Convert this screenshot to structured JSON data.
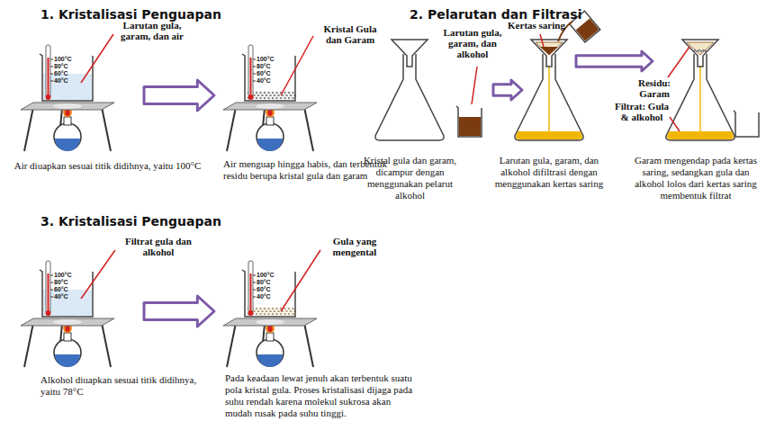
{
  "diagram": {
    "labels": [
      "1. Kristalisasi Penguapan",
      "Larutan gula, garam, dan air",
      "100°C",
      "80°C",
      "60°C",
      "40°C",
      "Kristal Gula dan Garam",
      "100°C",
      "80°C",
      "60°C",
      "40°C",
      "Air diuapkan sesuai titik didihnya, yaitu 100°C",
      "Air menguap hingga habis, dan terbentuk residu berupa kristal gula dan garam",
      "2. Pelarutan dan Filtrasi",
      "Larutan gula, garam, dan alkohol",
      "Kertas saring",
      "Residu: Garam",
      "Filtrat: Gula & alkohol",
      "Kristal gula dan garam, dicampur dengan menggunakan pelarut alkohol",
      "Larutan gula, garam, dan alkohol difiltrasi dengan menggunakan kertas saring",
      "Garam mengendap pada kertas saring, sedangkan gula dan alkohol lolos dari kertas saring membentuk filtrat",
      "3. Kristalisasi Penguapan",
      "Filtrat gula dan alkohol",
      "100°C",
      "80°C",
      "60°C",
      "40°C",
      "Gula yang mengental",
      "100°C",
      "80°C",
      "60°C",
      "40°C",
      "Alkohol diuapkan sesuai titik didihnya, yaitu 78°C",
      "Pada keadaan lewat jenuh akan terbentuk suatu pola kristal gula. Proses kristalisasi dijaga pada suhu rendah karena molekul sukrosa akan mudah rusak pada suhu tinggi."
    ]
  }
}
